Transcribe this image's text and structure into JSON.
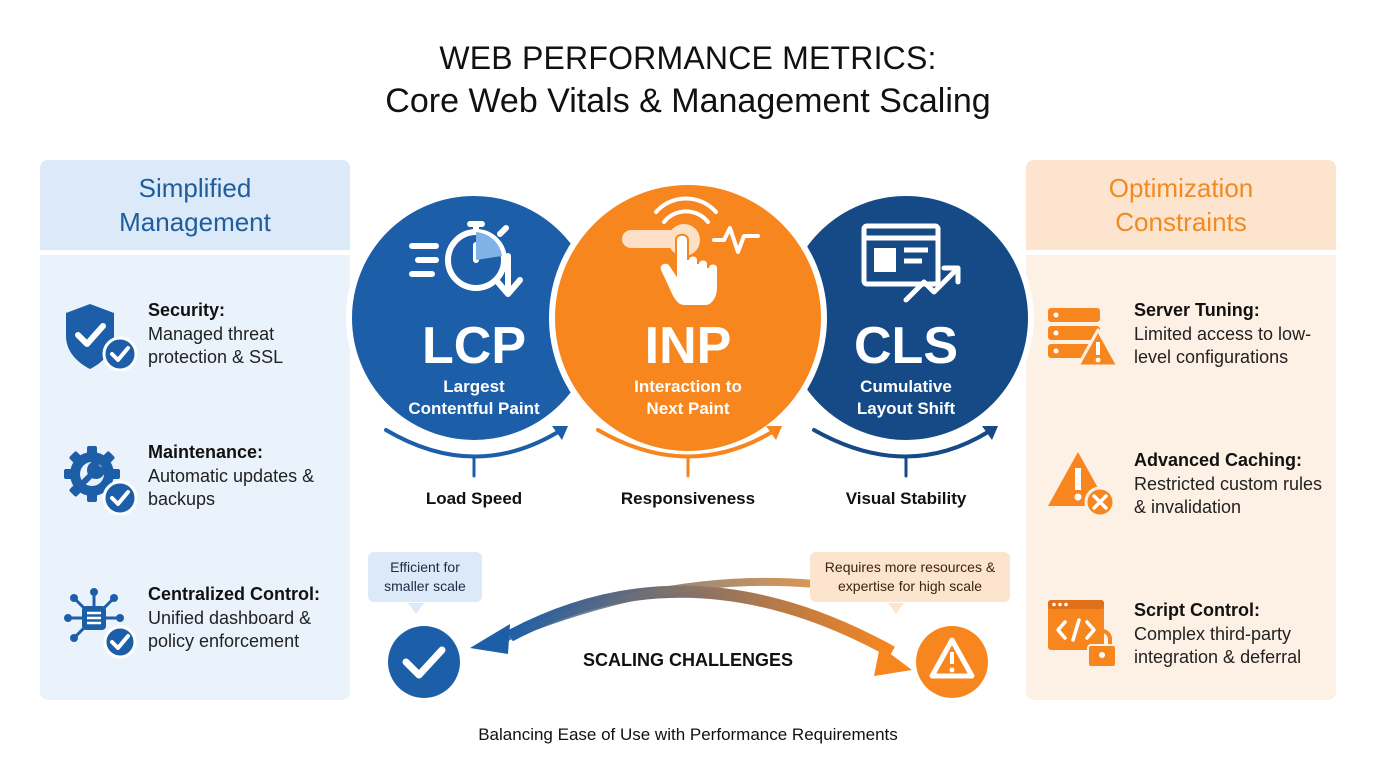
{
  "header": {
    "title_line1": "WEB PERFORMANCE METRICS:",
    "title_line2": "Core Web Vitals & Management Scaling"
  },
  "left_panel": {
    "heading": "Simplified Management",
    "items": [
      {
        "title": "Security:",
        "desc": "Managed threat protection & SSL",
        "icon": "shield-check-icon"
      },
      {
        "title": "Maintenance:",
        "desc": "Automatic updates & backups",
        "icon": "gear-wrench-icon"
      },
      {
        "title": "Centralized Control:",
        "desc": "Unified dashboard & policy enforcement",
        "icon": "network-hub-icon"
      }
    ]
  },
  "right_panel": {
    "heading": "Optimization Constraints",
    "items": [
      {
        "title": "Server Tuning:",
        "desc": "Limited access to low-level configurations",
        "icon": "server-warning-icon"
      },
      {
        "title": "Advanced Caching:",
        "desc": "Restricted custom rules & invalidation",
        "icon": "warning-x-icon"
      },
      {
        "title": "Script Control:",
        "desc": "Complex third-party integration & deferral",
        "icon": "code-lock-icon"
      }
    ]
  },
  "metrics": [
    {
      "abbr": "LCP",
      "full": "Largest Contentful Paint",
      "caption": "Load Speed",
      "icon": "stopwatch-icon",
      "color": "#1d5ea8"
    },
    {
      "abbr": "INP",
      "full": "Interaction to Next Paint",
      "caption": "Responsiveness",
      "icon": "tap-hand-icon",
      "color": "#f7861f"
    },
    {
      "abbr": "CLS",
      "full": "Cumulative Layout Shift",
      "caption": "Visual Stability",
      "icon": "layout-shift-icon",
      "color": "#154a86"
    }
  ],
  "scaling": {
    "left_note": "Efficient for smaller scale",
    "right_note": "Requires more resources & expertise for high scale",
    "label": "SCALING CHALLENGES"
  },
  "footer": "Balancing Ease of Use with Performance Requirements",
  "colors": {
    "blue": "#1d5ea8",
    "dark_blue": "#154a86",
    "orange": "#f7861f",
    "left_bg": "#eaf3fc",
    "right_bg": "#fdf0e4"
  }
}
